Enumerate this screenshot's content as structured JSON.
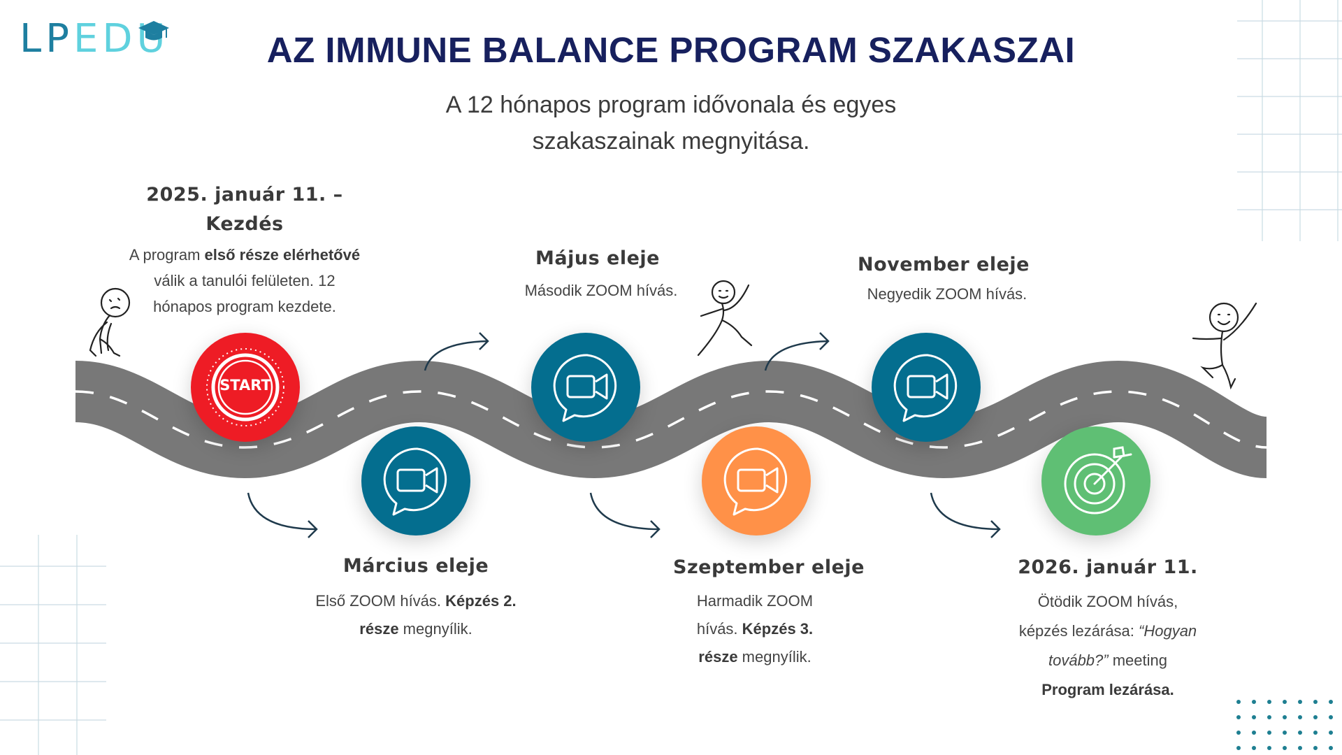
{
  "logo": {
    "part1": "LP",
    "part2": "EDU"
  },
  "title": "AZ IMMUNE BALANCE PROGRAM SZAKASZAI",
  "subtitle": {
    "line1": "A 12 hónapos program idővonala és egyes",
    "line2": "szakaszainak megnyitása."
  },
  "colors": {
    "title": "#17205e",
    "teal": "#046e8f",
    "red": "#ee1c25",
    "orange": "#ff9148",
    "green": "#5fbf74",
    "road": "#787878"
  },
  "milestones": {
    "m1": {
      "icon": "start-icon",
      "badge": "START",
      "label1": "2025. január 11. –",
      "label2": "Kezdés",
      "d1_pre": "A program ",
      "d1_bold": "első része elérhetővé",
      "d2": "válik a tanulói felületen. 12",
      "d3": "hónapos program kezdete."
    },
    "m2": {
      "icon": "video-call-icon",
      "label": "Március eleje",
      "d1_pre": "Első ZOOM hívás. ",
      "d1_bold": "Képzés 2.",
      "d2_bold": "része",
      "d2_post": " megnyílik."
    },
    "m3": {
      "icon": "video-call-icon",
      "label": "Május eleje",
      "d1": "Második ZOOM hívás."
    },
    "m4": {
      "icon": "video-call-icon",
      "label": "Szeptember eleje",
      "d1": "Harmadik ZOOM",
      "d2_pre": "hívás. ",
      "d2_bold": "Képzés 3.",
      "d3_bold": "része",
      "d3_post": " megnyílik."
    },
    "m5": {
      "icon": "video-call-icon",
      "label": "November eleje",
      "d1": "Negyedik ZOOM hívás."
    },
    "m6": {
      "icon": "target-icon",
      "label": "2026. január 11.",
      "d1": "Ötödik ZOOM hívás,",
      "d2_pre": "képzés lezárása: ",
      "d2_italic": "“Hogyan",
      "d3_italic": "tovább?”",
      "d3_post": " meeting",
      "d4_bold": "Program lezárása."
    }
  }
}
